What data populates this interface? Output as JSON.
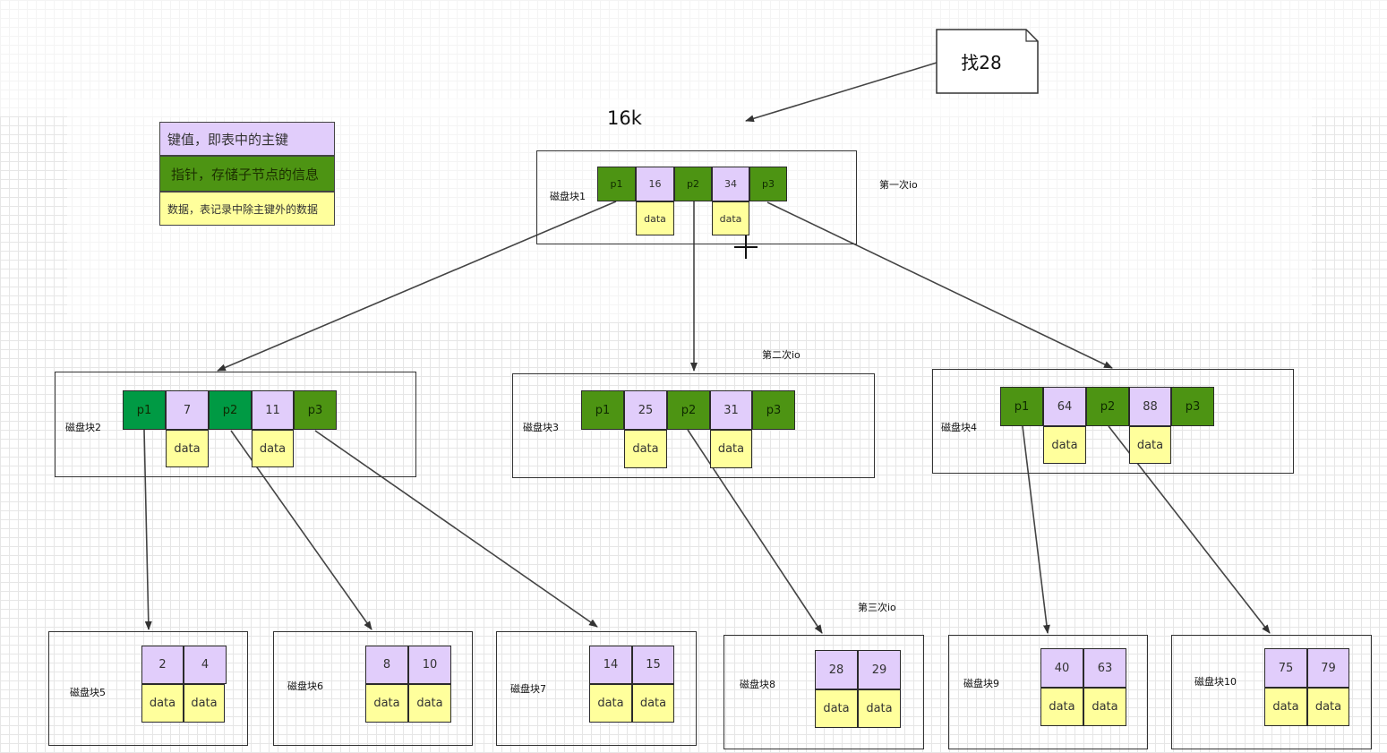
{
  "search_note": "找28",
  "size_label": "16k",
  "io_labels": {
    "first": "第一次io",
    "second": "第二次io",
    "third": "第三次io"
  },
  "legend": {
    "key": "键值，即表中的主键",
    "pointer": "指针，存储子节点的信息",
    "data": "数据，表记录中除主键外的数据"
  },
  "data_text": "data",
  "blocks": {
    "b1": {
      "label": "磁盘块1",
      "pointers": [
        "p1",
        "p2",
        "p3"
      ],
      "keys": [
        "16",
        "34"
      ]
    },
    "b2": {
      "label": "磁盘块2",
      "pointers": [
        "p1",
        "p2",
        "p3"
      ],
      "keys": [
        "7",
        "11"
      ]
    },
    "b3": {
      "label": "磁盘块3",
      "pointers": [
        "p1",
        "p2",
        "p3"
      ],
      "keys": [
        "25",
        "31"
      ]
    },
    "b4": {
      "label": "磁盘块4",
      "pointers": [
        "p1",
        "p2",
        "p3"
      ],
      "keys": [
        "64",
        "88"
      ]
    },
    "b5": {
      "label": "磁盘块5",
      "keys": [
        "2",
        "4"
      ]
    },
    "b6": {
      "label": "磁盘块6",
      "keys": [
        "8",
        "10"
      ]
    },
    "b7": {
      "label": "磁盘块7",
      "keys": [
        "14",
        "15"
      ]
    },
    "b8": {
      "label": "磁盘块8",
      "keys": [
        "28",
        "29"
      ]
    },
    "b9": {
      "label": "磁盘块9",
      "keys": [
        "40",
        "63"
      ]
    },
    "b10": {
      "label": "磁盘块10",
      "keys": [
        "75",
        "79"
      ]
    }
  },
  "colors": {
    "pointer": "#4d9413",
    "pointer_highlight": "#009a44",
    "key": "#e1cdfb",
    "data": "#ffff9c"
  }
}
